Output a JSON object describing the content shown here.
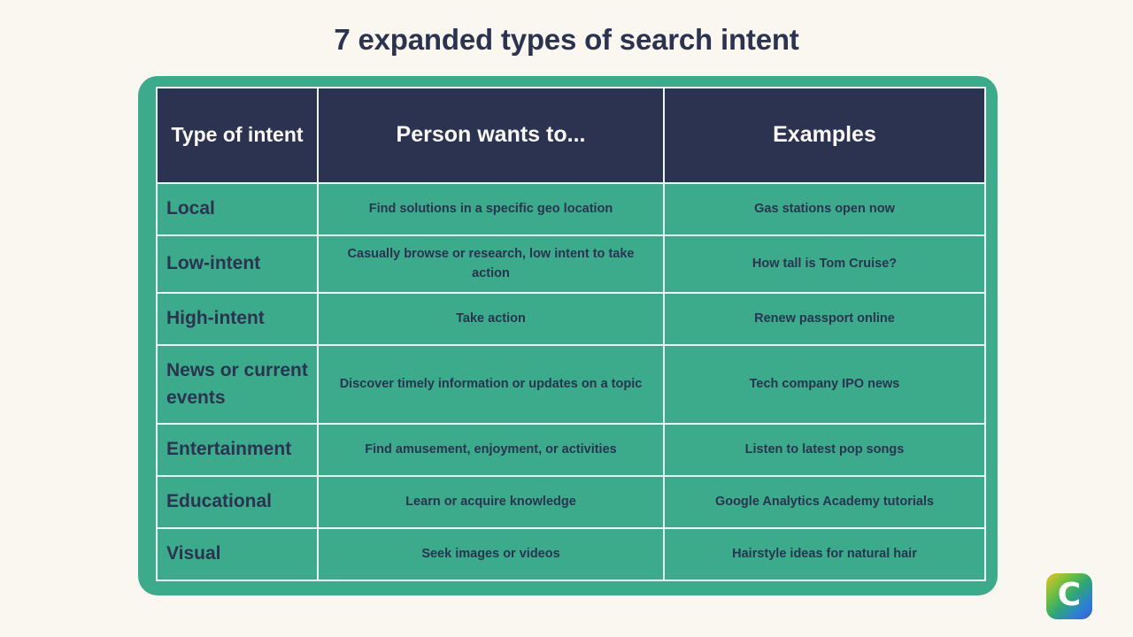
{
  "page": {
    "title": "7 expanded types of search intent",
    "background_color": "#FAF7F0"
  },
  "colors": {
    "background": "#FAF7F0",
    "card_green": "#3BAB8B",
    "header_navy": "#2B3350",
    "grid_line": "#EDF5F2",
    "title_text": "#2B3350",
    "header_text": "#FBFAF6",
    "body_text": "#2B3350"
  },
  "table": {
    "headers": {
      "type": "Type of intent",
      "wants": "Person wants to...",
      "examples": "Examples"
    },
    "rows": [
      {
        "type": "Local",
        "wants": "Find solutions in a specific geo location",
        "example": "Gas stations open now"
      },
      {
        "type": "Low-intent",
        "wants": "Casually browse or research, low intent to take action",
        "example": "How tall is Tom Cruise?"
      },
      {
        "type": "High-intent",
        "wants": "Take action",
        "example": "Renew passport online"
      },
      {
        "type": "News or current events",
        "wants": "Discover timely information or updates on a topic",
        "example": "Tech company IPO news"
      },
      {
        "type": "Entertainment",
        "wants": "Find amusement, enjoyment, or activities",
        "example": "Listen to latest pop songs"
      },
      {
        "type": "Educational",
        "wants": "Learn or acquire knowledge",
        "example": "Google Analytics Academy tutorials"
      },
      {
        "type": "Visual",
        "wants": "Seek images or videos",
        "example": "Hairstyle ideas for natural hair"
      }
    ]
  },
  "logo": {
    "letter": "C",
    "gradient_from": "#E8C41F",
    "gradient_to": "#3A5FD9"
  }
}
